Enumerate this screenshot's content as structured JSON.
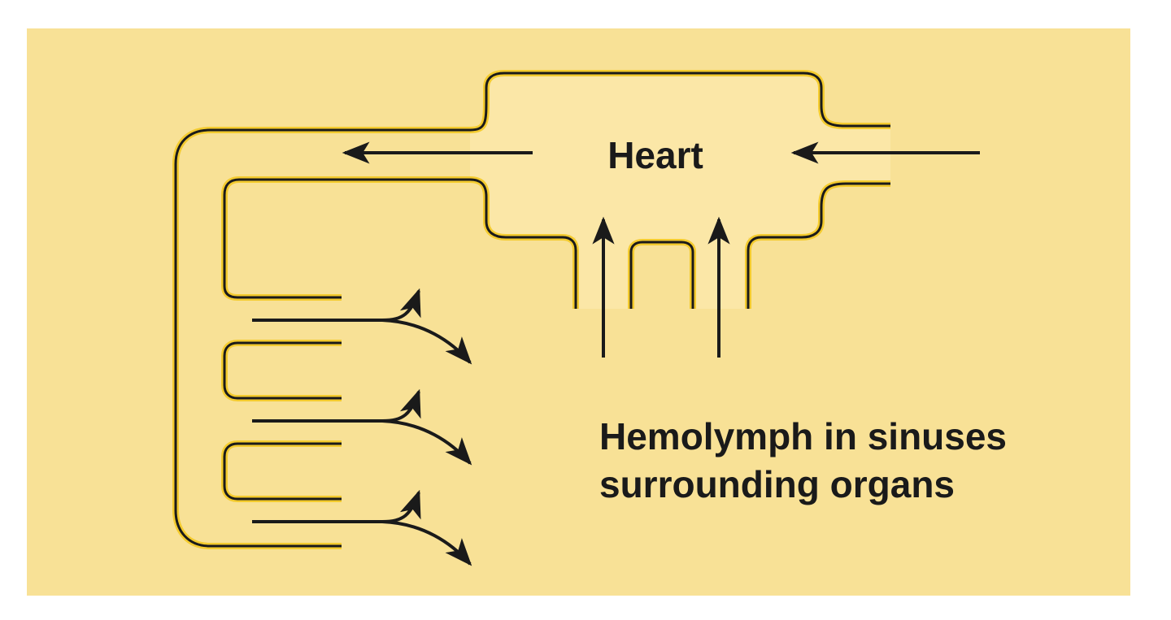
{
  "labels": {
    "heart": "Heart",
    "hemolymph_line1": "Hemolymph in sinuses",
    "hemolymph_line2": "surrounding organs"
  },
  "colors": {
    "panel": "#f8e196",
    "vessel_fill": "#fbe7a7",
    "vessel_wall": "#f4cb2e",
    "outline": "#1a1a1a",
    "arrow": "#1a1a1a"
  }
}
